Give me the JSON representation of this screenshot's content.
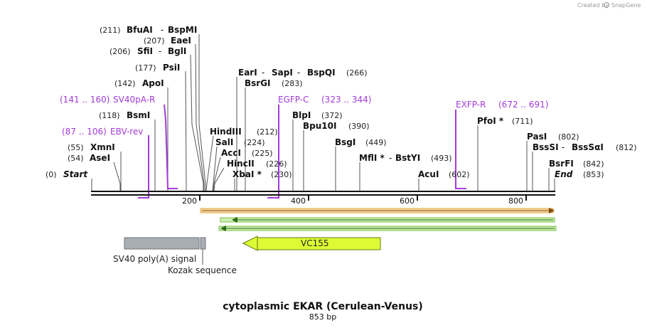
{
  "header": {
    "created_by": "Created by",
    "brand": "SnapGene"
  },
  "map": {
    "title": "cytoplasmic EKAR (Cerulean-Venus)",
    "length_label": "853 bp",
    "length": 853,
    "ticks": [
      "200",
      "400",
      "600",
      "800"
    ],
    "tick_values": [
      200,
      400,
      600,
      800
    ]
  },
  "sites": [
    {
      "pos": "(211)",
      "names": [
        "BfuAI",
        "BspMI"
      ],
      "seps": [
        " - "
      ]
    },
    {
      "pos": "(207)",
      "names": [
        "EaeI"
      ],
      "seps": []
    },
    {
      "pos": "(206)",
      "names": [
        "SfiI",
        "BglI"
      ],
      "seps": [
        " - "
      ]
    },
    {
      "pos": "(177)",
      "names": [
        "PsiI"
      ],
      "seps": []
    },
    {
      "pos": "(142)",
      "names": [
        "ApoI"
      ],
      "seps": []
    },
    {
      "pos": "(118)",
      "names": [
        "BsmI"
      ],
      "seps": []
    },
    {
      "pos": "(55)",
      "names": [
        "XmnI"
      ],
      "seps": []
    },
    {
      "pos": "(54)",
      "names": [
        "AseI"
      ],
      "seps": []
    },
    {
      "pos": "(0)",
      "names": [
        "Start"
      ],
      "seps": []
    },
    {
      "pos": "(266)",
      "names": [
        "EarI",
        "SapI",
        "BspQI"
      ],
      "seps": [
        " - ",
        " - "
      ]
    },
    {
      "pos": "(283)",
      "names": [
        "BsrGI"
      ],
      "seps": []
    },
    {
      "pos": "(212)",
      "names": [
        "HindIII"
      ],
      "seps": []
    },
    {
      "pos": "(224)",
      "names": [
        "SalI"
      ],
      "seps": []
    },
    {
      "pos": "(225)",
      "names": [
        "AccI"
      ],
      "seps": []
    },
    {
      "pos": "(226)",
      "names": [
        "HincII"
      ],
      "seps": []
    },
    {
      "pos": "(230)",
      "names": [
        "XbaI *"
      ],
      "seps": []
    },
    {
      "pos": "(372)",
      "names": [
        "BlpI"
      ],
      "seps": []
    },
    {
      "pos": "(390)",
      "names": [
        "Bpu10I"
      ],
      "seps": []
    },
    {
      "pos": "(449)",
      "names": [
        "BsgI"
      ],
      "seps": []
    },
    {
      "pos": "(493)",
      "names": [
        "MflI *",
        "BstYI"
      ],
      "seps": [
        " - "
      ]
    },
    {
      "pos": "(602)",
      "names": [
        "AcuI"
      ],
      "seps": []
    },
    {
      "pos": "(711)",
      "names": [
        "PfoI *"
      ],
      "seps": []
    },
    {
      "pos": "(802)",
      "names": [
        "PasI"
      ],
      "seps": []
    },
    {
      "pos": "(812)",
      "names": [
        "BssSI",
        "BssSαI"
      ],
      "seps": [
        " - "
      ]
    },
    {
      "pos": "(842)",
      "names": [
        "BsrFI"
      ],
      "seps": []
    },
    {
      "pos": "(853)",
      "names": [
        "End"
      ],
      "seps": []
    }
  ],
  "primers": [
    {
      "range": "(141 .. 160)",
      "name": "SV40pA-R"
    },
    {
      "range": "(87 .. 106)",
      "name": "EBV-rev"
    },
    {
      "range": "(323 .. 344)",
      "name": "EGFP-C"
    },
    {
      "range": "(672 .. 691)",
      "name": "EXFP-R"
    }
  ],
  "features": {
    "polyA": "SV40 poly(A) signal",
    "kozak": "Kozak sequence",
    "vc155": "VC155"
  },
  "colors": {
    "primer": "#a23bd6",
    "orf_orange": "#e9a23b",
    "orf_green": "#76c043",
    "vc155_fill": "#dcfb34",
    "polyA_fill": "#a9adb4",
    "backbone": "#111111"
  }
}
